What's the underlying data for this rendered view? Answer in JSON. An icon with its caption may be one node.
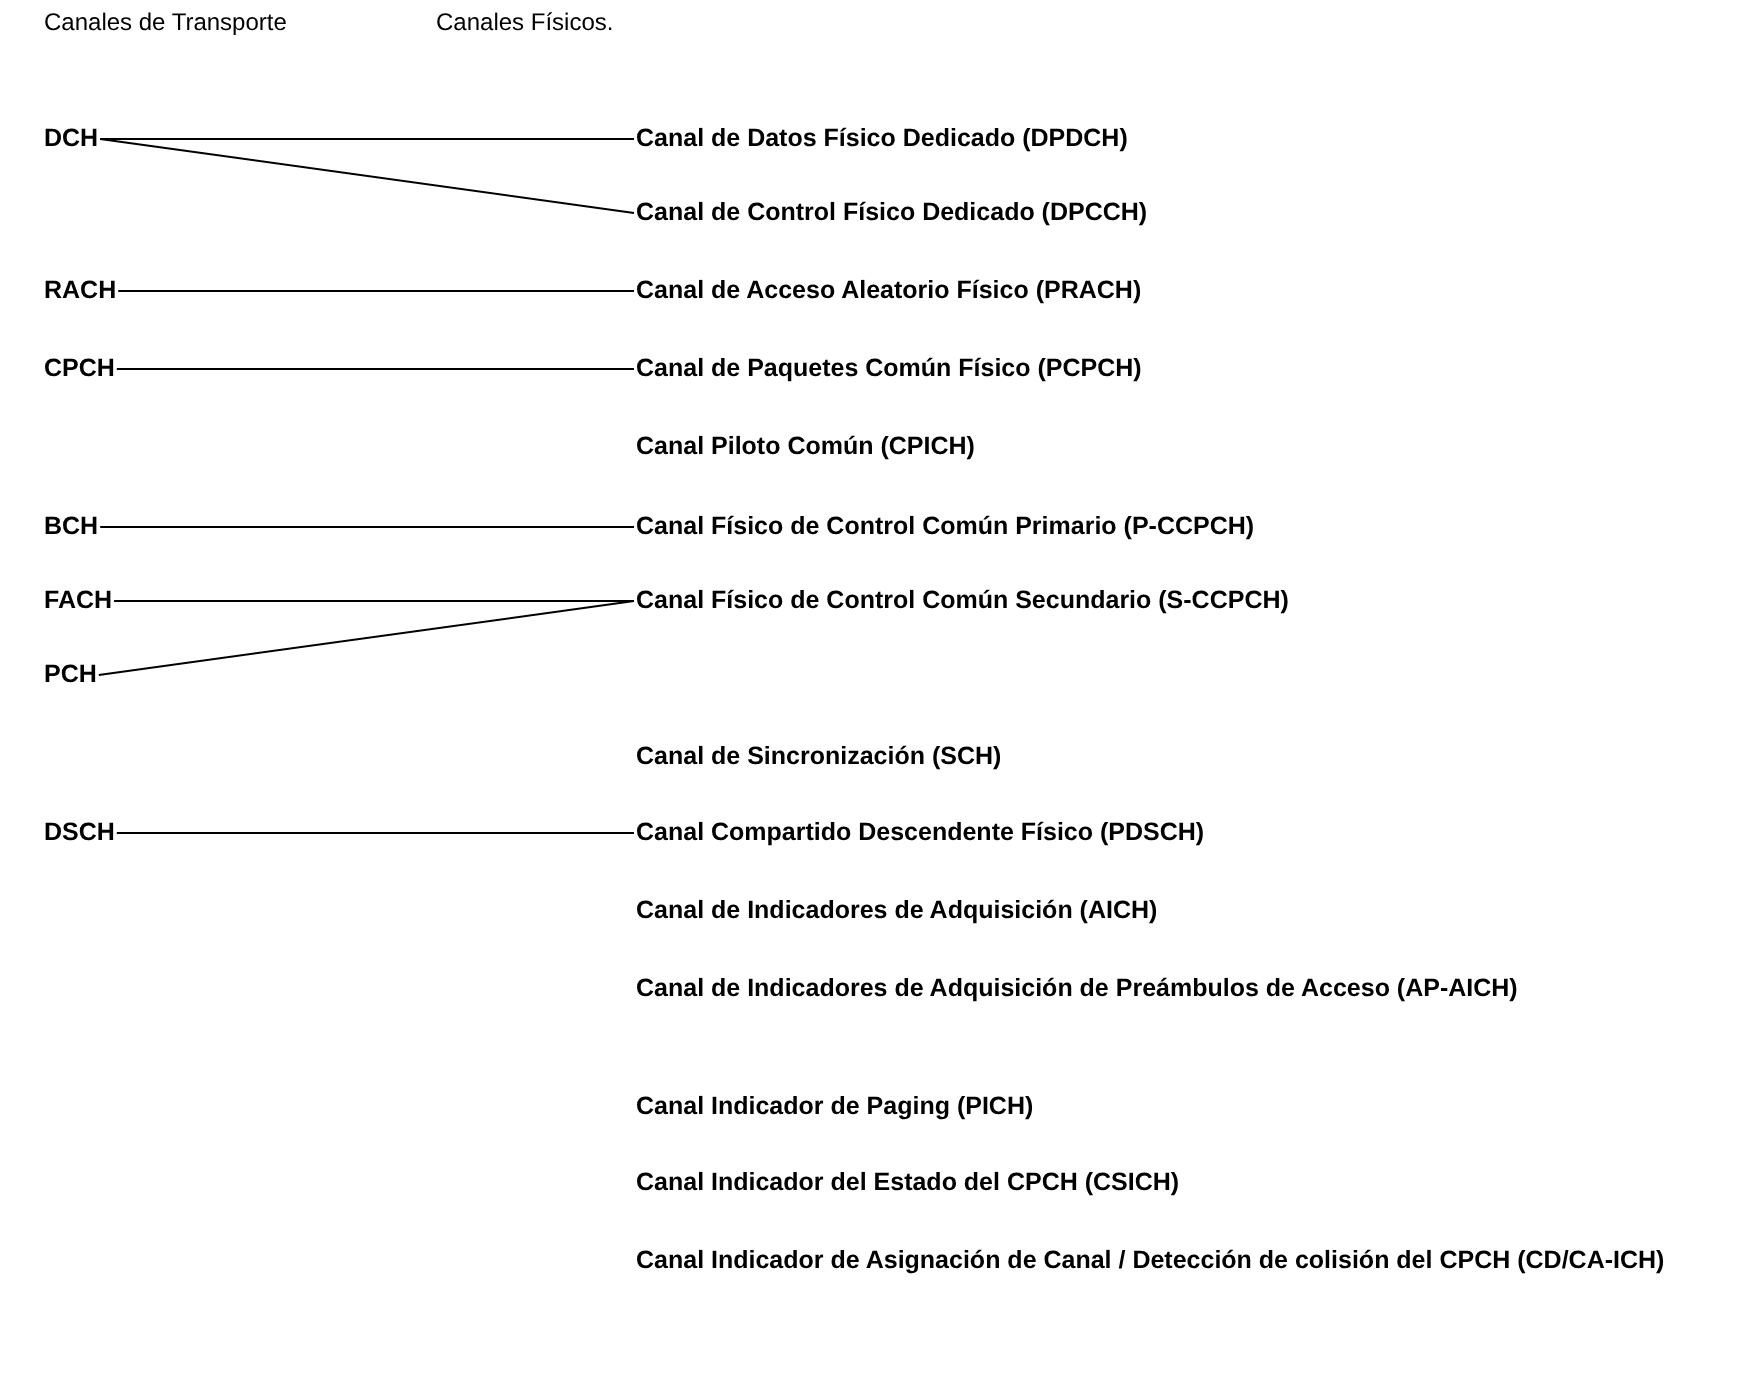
{
  "diagram": {
    "nodes": [
      {
        "text": [
          "DCH"
        ]
      },
      {
        "text": [
          "Canal de Datos Físico Dedicado (DPDCH)"
        ]
      },
      {
        "text": [
          "Canal de Control Físico Dedicado (DPCCH)"
        ]
      },
      {
        "text": [
          "RACH"
        ]
      },
      {
        "text": [
          "Canal de Acceso Aleatorio Físico (PRACH)"
        ]
      },
      {
        "text": [
          "CPCH"
        ]
      },
      {
        "text": [
          "Canal de Paquetes Común Físico (PCPCH)"
        ]
      },
      {
        "text": [
          "Canal Piloto Común (CPICH)"
        ]
      },
      {
        "text": [
          "BCH"
        ]
      },
      {
        "text": [
          "Canal Físico de Control Común Primario (P-CCPCH)"
        ]
      },
      {
        "text": [
          "FACH"
        ]
      },
      {
        "text": [
          "Canal Físico de Control Común Secundario (S-CCPCH)"
        ]
      },
      {
        "text": [
          "PCH"
        ]
      },
      {
        "text": [
          "Canal de Sincronización (SCH)"
        ]
      },
      {
        "text": [
          "DSCH"
        ]
      },
      {
        "text": [
          "Canal Compartido Descendente Físico (PDSCH)"
        ]
      },
      {
        "text": [
          "Canal de Indicadores de Adquisición (AICH)"
        ]
      },
      {
        "text": [
          "Canal de Indicadores de Adquisición de Preámbulos de Acceso (AP-AICH)"
        ]
      },
      {
        "text": [
          "Canal Indicador de Paging (PICH)"
        ]
      },
      {
        "text": [
          "Canal Indicador del Estado del CPCH (CSICH)"
        ]
      },
      {
        "text": [
          "Canal Indicador de Asignación de Canal / Detección de colisión del CPCH (CD/CA-ICH)"
        ]
      }
    ],
    "edges": [
      {
        "from": 0,
        "to": 1,
        "arrow": "none"
      },
      {
        "from": 0,
        "to": 2,
        "arrow": "none"
      },
      {
        "from": 3,
        "to": 4,
        "arrow": "none"
      },
      {
        "from": 5,
        "to": 6,
        "arrow": "none"
      },
      {
        "from": 8,
        "to": 9,
        "arrow": "none"
      },
      {
        "from": 10,
        "to": 11,
        "arrow": "none"
      },
      {
        "from": 12,
        "to": 11,
        "arrow": "none"
      },
      {
        "from": 14,
        "to": 15,
        "arrow": "none"
      }
    ],
    "labels": [
      "Canales de Transporte",
      "Canales Físicos."
    ]
  }
}
